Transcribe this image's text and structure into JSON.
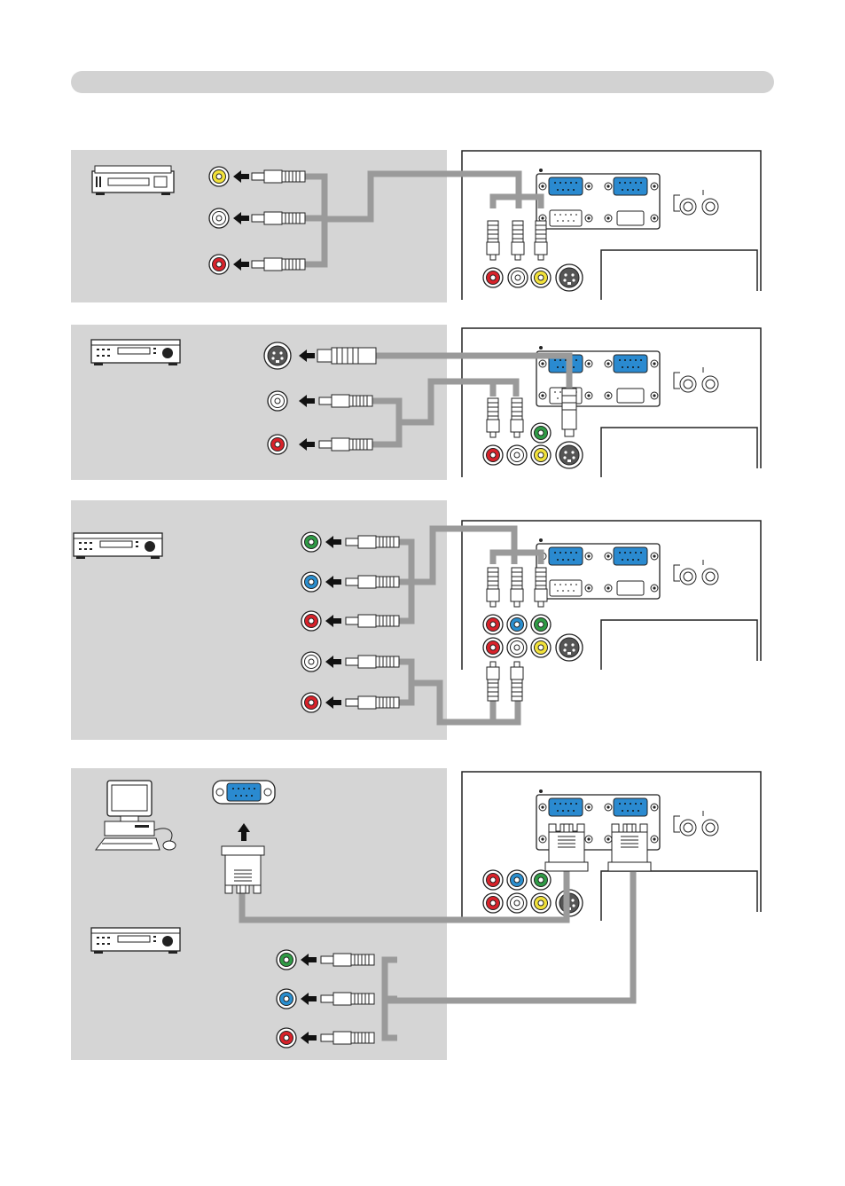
{
  "colors": {
    "panel": "#d5d5d5",
    "title_bar": "#d2d2d2",
    "cable": "#9a9a9a",
    "jack_yellow": "#f2e23a",
    "jack_white": "#ffffff",
    "jack_red": "#d9222a",
    "jack_green": "#2f9b45",
    "jack_blue": "#2a8fd0",
    "vga_port": "#2a8ad0"
  },
  "icons": {
    "vcr": "vcr-icon",
    "dvd_player": "dvd-player-icon",
    "computer": "computer-icon",
    "projector_rear": "projector-rear-panel",
    "arrow": "arrow-left-icon"
  },
  "sections": [
    {
      "name": "section-composite-video",
      "source": "vcr-icon",
      "jacks": [
        "yellow",
        "white",
        "red"
      ]
    },
    {
      "name": "section-s-video",
      "source": "dvd-player-icon",
      "jacks": [
        "s-video",
        "white",
        "red"
      ]
    },
    {
      "name": "section-component-video",
      "source": "dvd-player-icon",
      "jacks": [
        "green",
        "blue",
        "red",
        "white",
        "red"
      ]
    },
    {
      "name": "section-rgb-input",
      "source": "computer-icon",
      "jacks": [
        "vga",
        "green",
        "blue",
        "red"
      ]
    }
  ]
}
